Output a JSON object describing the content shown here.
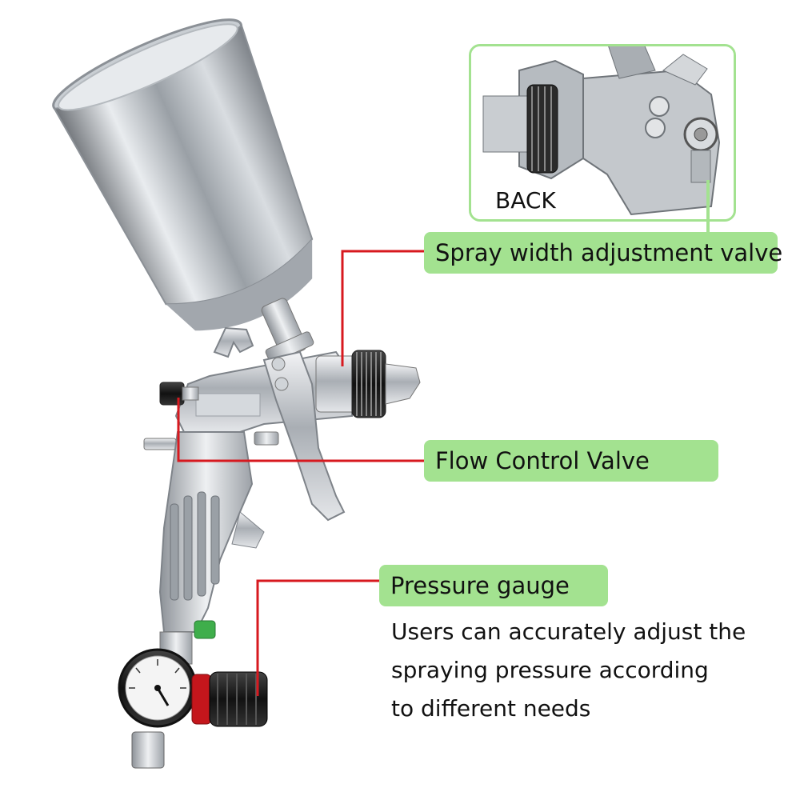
{
  "colors": {
    "label_bg": "#a3e290",
    "leader_line": "#d7191f",
    "inset_border": "#a3e290"
  },
  "inset": {
    "caption": "BACK"
  },
  "labels": {
    "spray_width": "Spray width adjustment valve",
    "flow_control": "Flow Control Valve",
    "pressure_gauge": "Pressure gauge"
  },
  "pressure_gauge_description": [
    "Users can accurately adjust the",
    "spraying pressure according",
    "to different needs"
  ]
}
